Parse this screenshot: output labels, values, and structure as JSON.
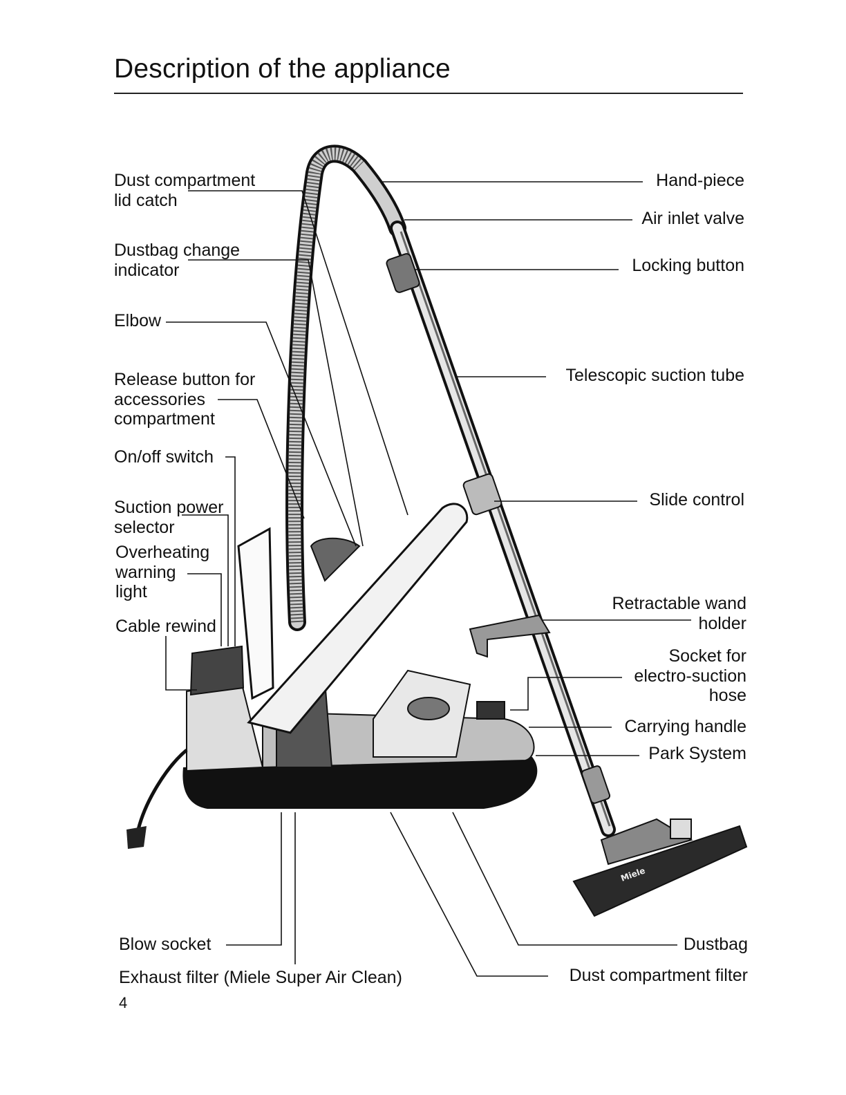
{
  "page": {
    "title": "Description of the appliance",
    "page_number": "4"
  },
  "labels_left": [
    {
      "id": "dust-compartment-lid-catch",
      "text": "Dust compartment\nlid catch"
    },
    {
      "id": "dustbag-change-indicator",
      "text": "Dustbag change\nindicator"
    },
    {
      "id": "elbow",
      "text": "Elbow"
    },
    {
      "id": "release-button",
      "text": "Release button for\naccessories\ncompartment"
    },
    {
      "id": "on-off-switch",
      "text": "On/off switch"
    },
    {
      "id": "suction-power-selector",
      "text": "Suction power\nselector"
    },
    {
      "id": "overheating-warning-light",
      "text": "Overheating\nwarning\nlight"
    },
    {
      "id": "cable-rewind",
      "text": "Cable rewind"
    }
  ],
  "labels_right": [
    {
      "id": "hand-piece",
      "text": "Hand-piece"
    },
    {
      "id": "air-inlet-valve",
      "text": "Air inlet valve"
    },
    {
      "id": "locking-button",
      "text": "Locking button"
    },
    {
      "id": "telescopic-suction-tube",
      "text": "Telescopic suction tube"
    },
    {
      "id": "slide-control",
      "text": "Slide control"
    },
    {
      "id": "retractable-wand-holder",
      "text": "Retractable wand\nholder"
    },
    {
      "id": "socket-electro-suction",
      "text": "Socket for\nelectro-suction\nhose"
    },
    {
      "id": "carrying-handle",
      "text": "Carrying handle"
    },
    {
      "id": "park-system",
      "text": "Park System"
    }
  ],
  "labels_bottom": [
    {
      "id": "blow-socket",
      "text": "Blow socket"
    },
    {
      "id": "exhaust-filter",
      "text": "Exhaust filter (Miele Super Air Clean)"
    },
    {
      "id": "dustbag",
      "text": "Dustbag"
    },
    {
      "id": "dust-compartment-filter",
      "text": "Dust compartment filter"
    }
  ],
  "illustration": {
    "brand_mark": "Miele"
  }
}
